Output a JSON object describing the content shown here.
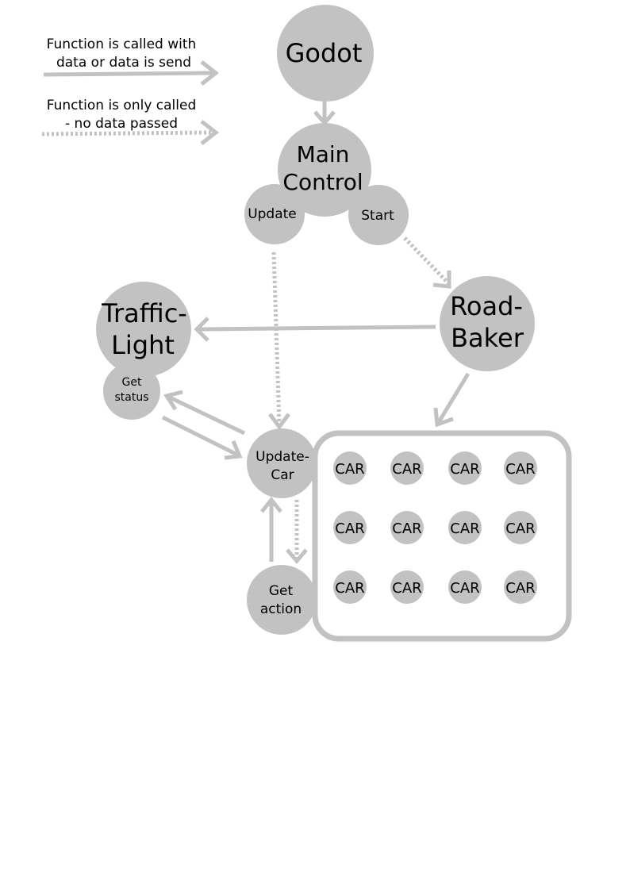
{
  "colors": {
    "node_fill": "#c2c2c2",
    "arrow": "#c2c2c2",
    "text": "#000000",
    "background": "#ffffff"
  },
  "legend": {
    "solid": {
      "line1": "Function is called with",
      "line2": "data or data is send"
    },
    "dotted": {
      "line1": "Function is only called",
      "line2": "- no data passed"
    }
  },
  "nodes": {
    "godot": {
      "label": "Godot"
    },
    "main_control": {
      "line1": "Main",
      "line2": "Control"
    },
    "update": {
      "label": "Update"
    },
    "start": {
      "label": "Start"
    },
    "road_baker": {
      "line1": "Road-",
      "line2": "Baker"
    },
    "traffic_light": {
      "line1": "Traffic-",
      "line2": "Light"
    },
    "get_status": {
      "line1": "Get",
      "line2": "status"
    },
    "update_car": {
      "line1": "Update-",
      "line2": "Car"
    },
    "get_action": {
      "line1": "Get",
      "line2": "action"
    }
  },
  "cars": [
    "CAR",
    "CAR",
    "CAR",
    "CAR",
    "CAR",
    "CAR",
    "CAR",
    "CAR",
    "CAR",
    "CAR",
    "CAR",
    "CAR"
  ]
}
